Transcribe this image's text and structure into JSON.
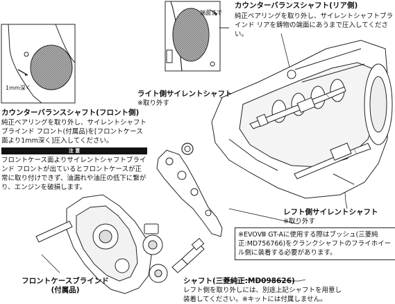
{
  "inset_top": {
    "label": "端面まで"
  },
  "inset_left": {
    "label": "1mm深く"
  },
  "rear_shaft": {
    "title": "カウンターバランスシャフト(リア側)",
    "body": "純正ベアリングを取り外し、サイレントシャフトブラインド リアを鋳物の端面にあうまで圧入してください。"
  },
  "right_shaft": {
    "title": "ライト側サイレントシャフト",
    "body": "※取り外す"
  },
  "front_shaft": {
    "title": "カウンターバランスシャフト(フロント側)",
    "body": "純正ベアリングを取り外し、サイレントシャフトブラインド フロント(付属品)を[フロントケース面より1mm深く]圧入してください。"
  },
  "caution": {
    "header": "注 意",
    "body": "フロントケース面よりサイレントシャフトブラインド フロントが出ているとフロントケースが正常に取り付けできず、油漏れや油圧の低下に繋がり、エンジンを破損します。"
  },
  "left_shaft": {
    "title": "レフト側サイレントシャフト",
    "body": "※取り外す"
  },
  "evo_note": {
    "body": "※EVOⅧ GT-Aに使用する際はブッシュ(三菱純正:MD756766)をクランクシャフトのフライホイール側に装着する必要があります。"
  },
  "front_blind": {
    "title": "フロントケースブラインド",
    "sub": "(付属品)"
  },
  "shaft_part": {
    "title": "シャフト(三菱純正:MD098626)",
    "body": "レフト側を取り外しには、別途上記シャフトを用意し装着してください。※キットには付属しません。"
  }
}
